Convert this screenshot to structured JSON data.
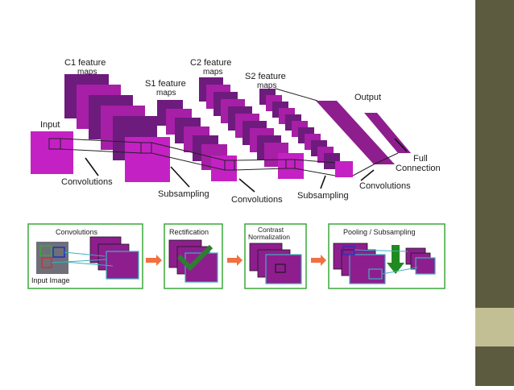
{
  "colors": {
    "map_fill": "#c421c4",
    "map_dark": "#6e1b7e",
    "map_mid": "#8e1e8e",
    "panel_border": "#3aa83a",
    "arrow": "#f07040",
    "check": "#2e7d32",
    "sidebar": "#5c5a3f",
    "sidebar_accent": "#c3bf94"
  },
  "top": {
    "c1_label_1": "C1 feature",
    "c1_label_2": "maps",
    "s1_label_1": "S1 feature",
    "s1_label_2": "maps",
    "c2_label_1": "C2 feature",
    "c2_label_2": "maps",
    "s2_label_1": "S2 feature",
    "s2_label_2": "maps",
    "input_label": "Input",
    "output_label": "Output",
    "full_label_1": "Full",
    "full_label_2": "Connection",
    "conv1_label": "Convolutions",
    "sub1_label": "Subsampling",
    "conv2_label": "Convolutions",
    "sub2_label": "Subsampling",
    "conv3_label": "Convolutions"
  },
  "bottom": {
    "panels": [
      {
        "title": "Convolutions",
        "sub": "Input Image"
      },
      {
        "title": "Rectification"
      },
      {
        "title_1": "Contrast",
        "title_2": "Normalization"
      },
      {
        "title": "Pooling / Subsampling"
      }
    ]
  }
}
